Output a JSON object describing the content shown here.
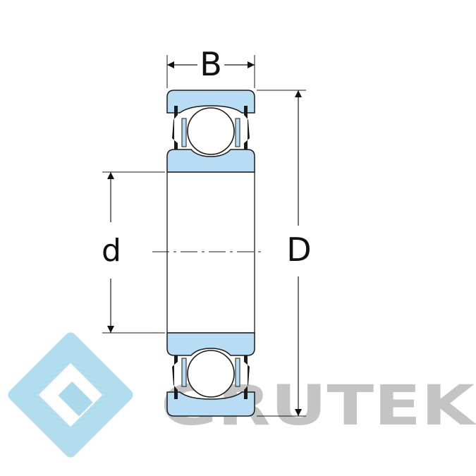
{
  "diagram": {
    "labels": {
      "width": "B",
      "bore": "d",
      "outer_diameter": "D"
    }
  },
  "watermark": {
    "text": "GRUTEK",
    "text_color": "#c4c4c4",
    "logo_color": "#aad9ec"
  },
  "colors": {
    "ring_fill": "#b7dcf4",
    "line": "#1a1a1a",
    "background": "#ffffff"
  }
}
